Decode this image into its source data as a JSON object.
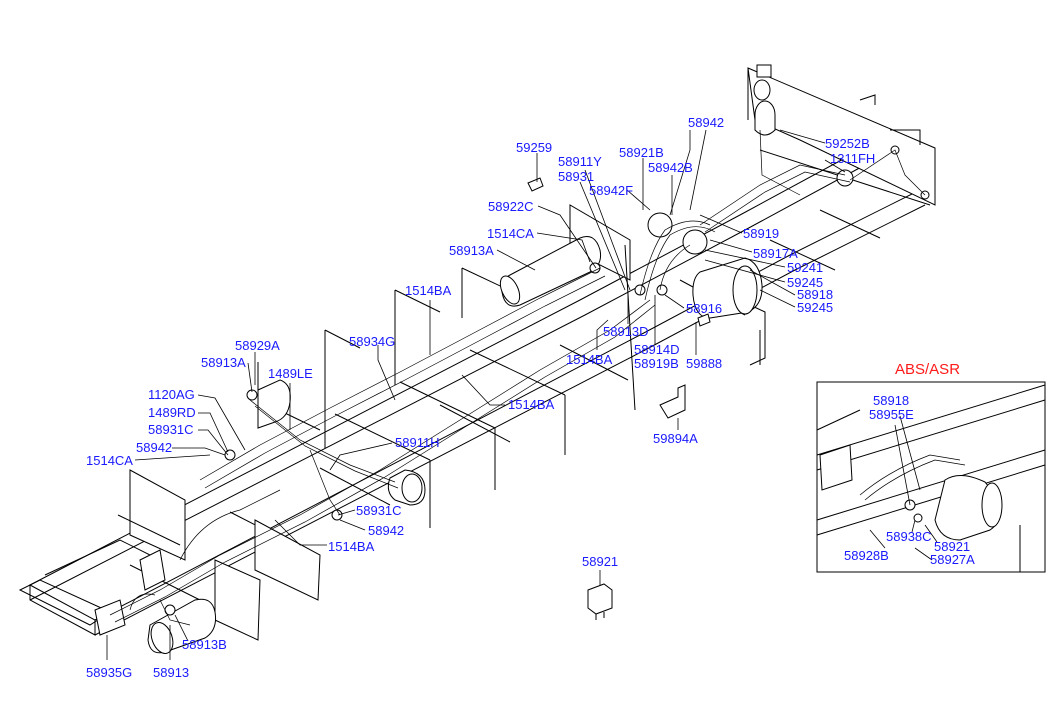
{
  "diagram": {
    "inset_title": "ABS/ASR",
    "labels": {
      "l59259": "59259",
      "l58911Y": "58911Y",
      "l58931": "58931",
      "l58921B": "58921B",
      "l58942top": "58942",
      "l58942B": "58942B",
      "l58942F": "58942F",
      "l59252B": "59252B",
      "l1311FH": "1311FH",
      "l58922C": "58922C",
      "l1514CAtop": "1514CA",
      "l58913Atop": "58913A",
      "l58919": "58919",
      "l58917A": "58917A",
      "l59241": "59241",
      "l59245a": "59245",
      "l58918": "58918",
      "l59245b": "59245",
      "l1514BAtop": "1514BA",
      "l58916": "58916",
      "l58913D": "58913D",
      "l58934G": "58934G",
      "l58914D": "58914D",
      "l58919B": "58919B",
      "l59888": "59888",
      "l1514BAmid": "1514BA",
      "l58929A": "58929A",
      "l58913Aleft": "58913A",
      "l1489LE": "1489LE",
      "l1120AG": "1120AG",
      "l1489RD": "1489RD",
      "l58931Cleft": "58931C",
      "l58942left": "58942",
      "l1514CAleft": "1514CA",
      "l1514BAright": "1514BA",
      "l59894A": "59894A",
      "l58911H": "58911H",
      "l58931Cmid": "58931C",
      "l58942mid": "58942",
      "l1514BAbot": "1514BA",
      "l58921": "58921",
      "l58935G": "58935G",
      "l58913B": "58913B",
      "l58913": "58913",
      "i58918": "58918",
      "i58955E": "58955E",
      "i58938C": "58938C",
      "i58921": "58921",
      "i58928B": "58928B",
      "i58927A": "58927A"
    }
  }
}
